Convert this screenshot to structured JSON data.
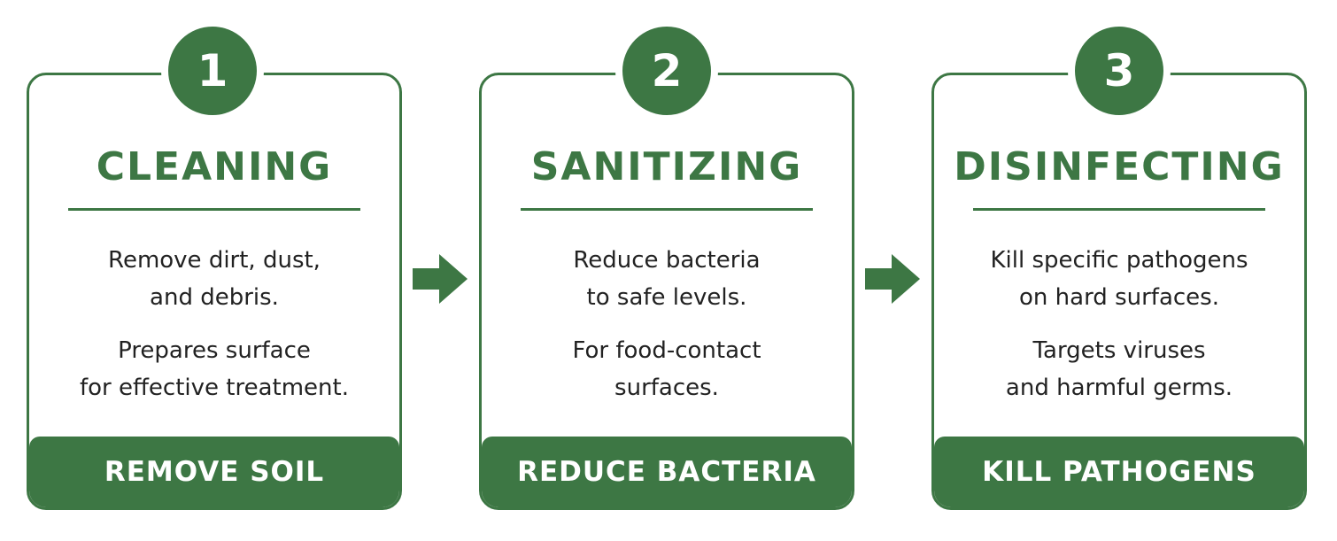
{
  "colors": {
    "accent": "#3d7744",
    "text": "#222222",
    "background": "#ffffff"
  },
  "steps": [
    {
      "number": "1",
      "title": "CLEANING",
      "description": [
        "Remove dirt, dust,",
        "and debris."
      ],
      "note": [
        "Prepares surface",
        "for effective treatment."
      ],
      "footer": "REMOVE SOIL"
    },
    {
      "number": "2",
      "title": "SANITIZING",
      "description": [
        "Reduce bacteria",
        "to safe levels."
      ],
      "note": [
        "For food-contact",
        "surfaces."
      ],
      "footer": "REDUCE BACTERIA"
    },
    {
      "number": "3",
      "title": "DISINFECTING",
      "description": [
        "Kill specific pathogens",
        "on hard surfaces."
      ],
      "note": [
        "Targets viruses",
        "and harmful germs."
      ],
      "footer": "KILL PATHOGENS"
    }
  ],
  "connectors": [
    {
      "icon": "arrow-right-icon"
    },
    {
      "icon": "arrow-right-icon"
    }
  ]
}
